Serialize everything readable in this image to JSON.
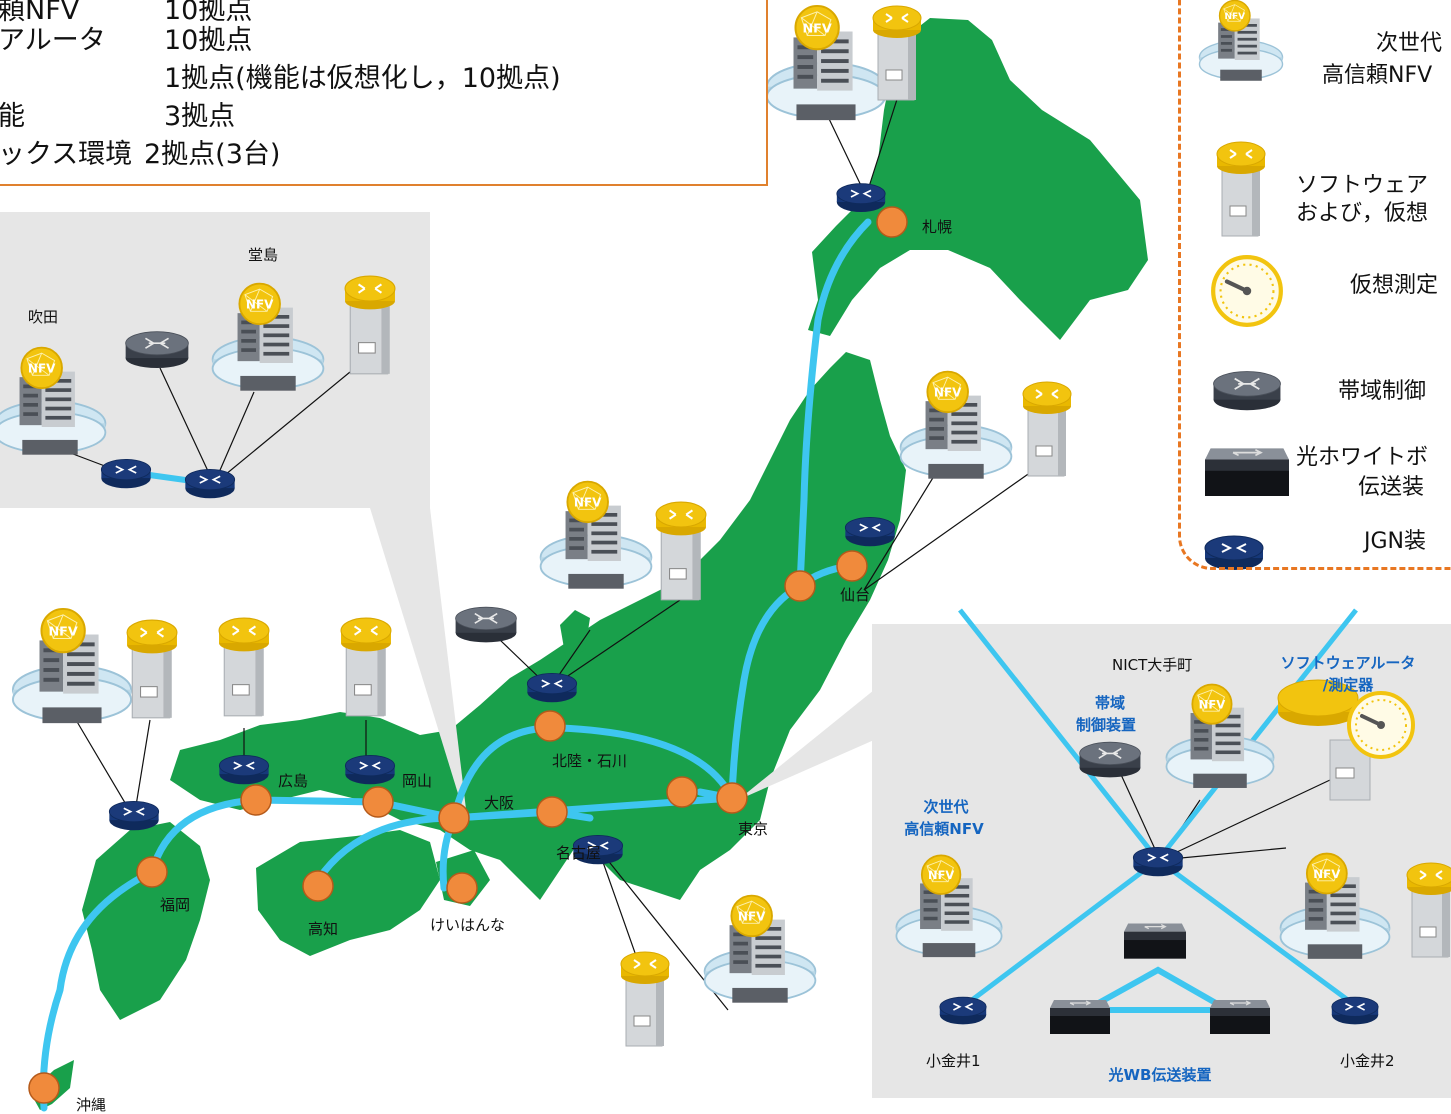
{
  "info_rows": [
    {
      "label": "頼NFV",
      "value": "10拠点"
    },
    {
      "label": "アルータ",
      "value": "10拠点"
    },
    {
      "label": "",
      "value": "1拠点(機能は仮想化し，10拠点)"
    },
    {
      "label": "能",
      "value": "3拠点"
    },
    {
      "label": "ックス環境",
      "value": "2拠点(3台)"
    }
  ],
  "legend": {
    "nfv": [
      "次世代",
      "高信頼NFV"
    ],
    "router": [
      "ソフトウェア",
      "および，仮想"
    ],
    "meter": "仮想測定",
    "bw": "帯域制御",
    "optwb": [
      "光ホワイトボ",
      "伝送装"
    ],
    "jgn": "JGN装"
  },
  "cities": {
    "sapporo": "札幌",
    "sendai": "仙台",
    "tokyo": "東京",
    "hokuriku": "北陸・石川",
    "nagoya": "名古屋",
    "osaka": "大阪",
    "keihanna": "けいはんな",
    "okayama": "岡山",
    "hiroshima": "広島",
    "kochi": "高知",
    "fukuoka": "福岡",
    "okinawa": "沖縄"
  },
  "osaka_inset": {
    "suita": "吹田",
    "dojima": "堂島"
  },
  "nict_inset": {
    "title": "NICT大手町",
    "bw_label": [
      "帯域",
      "制御装置"
    ],
    "router_label": [
      "ソフトウェアルータ",
      "/測定器"
    ],
    "nfv_label": [
      "次世代",
      "高信頼NFV"
    ],
    "koganei1": "小金井1",
    "koganei2": "小金井2",
    "optwb": "光WB伝送装置"
  },
  "colors": {
    "land": "#19A04B",
    "link": "#3EC6F0",
    "node": "#F08A3C",
    "jgn": "#1B3A7A",
    "accent_orange": "#E87722",
    "accent_blue": "#1565C0",
    "nfv_gold": "#F2C40F"
  },
  "icons": {
    "nfv": "nfv-server-icon",
    "router": "software-router-icon",
    "meter": "gauge-icon",
    "bw": "bandwidth-controller-icon",
    "optwb": "optical-whitebox-icon",
    "jgn": "jgn-device-icon"
  }
}
